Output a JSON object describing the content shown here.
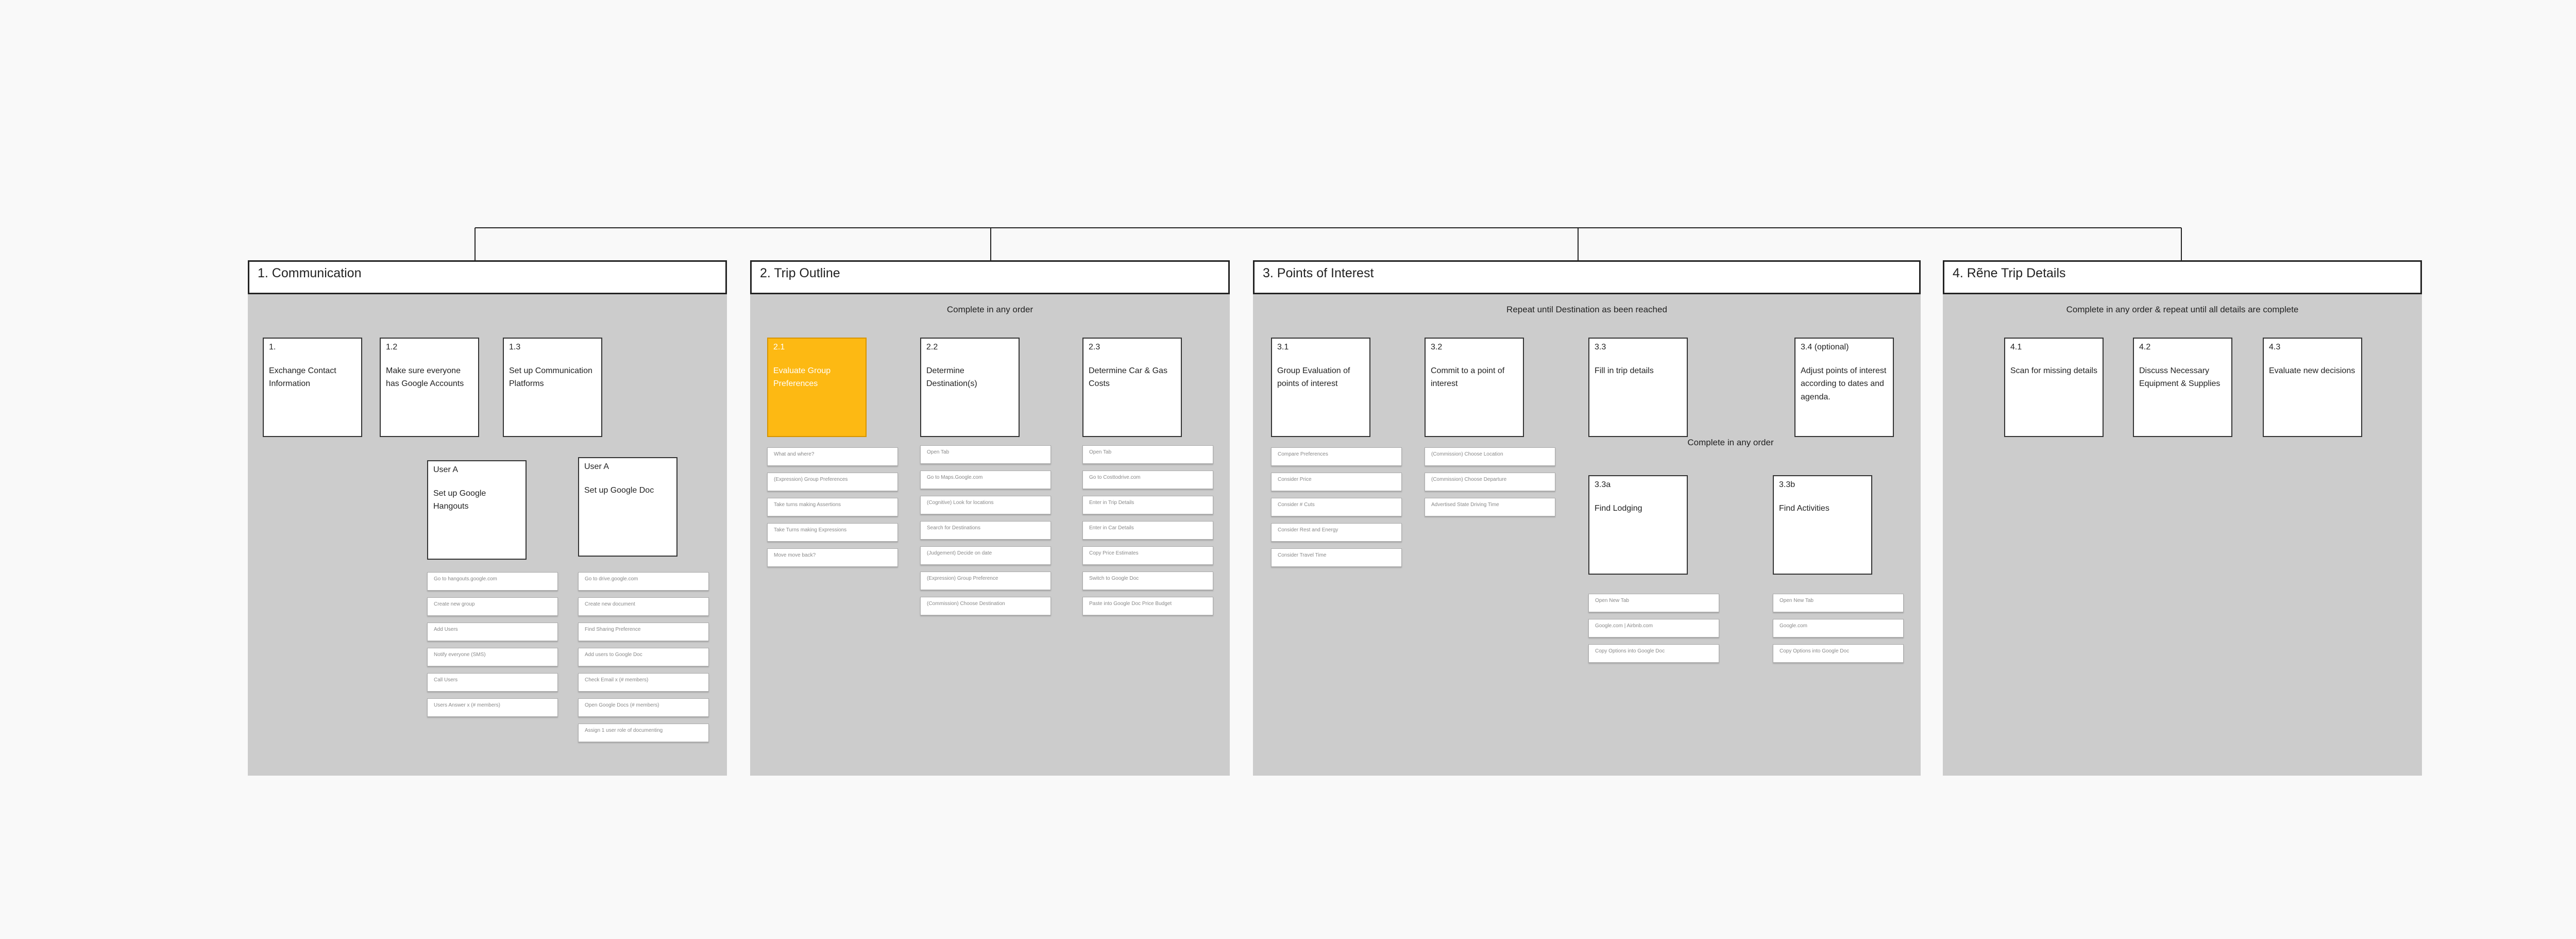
{
  "phases": [
    {
      "title": "1. Communication"
    },
    {
      "title": "2. Trip Outline",
      "note": "Complete in any order"
    },
    {
      "title": "3. Points of Interest",
      "note": "Repeat until Destination as been reached",
      "note2": "Complete in any order"
    },
    {
      "title": "4. Rẽne Trip Details",
      "note": "Complete in any order & repeat until all details are complete"
    }
  ],
  "cards": {
    "c11": {
      "num": "1.",
      "title": "Exchange Contact Information"
    },
    "c12": {
      "num": "1.2",
      "title": "Make sure everyone has Google Accounts"
    },
    "c13": {
      "num": "1.3",
      "title": "Set up Communication Platforms"
    },
    "c13a": {
      "num": "User A",
      "title": "Set up Google Hangouts"
    },
    "c13b": {
      "num": "User A",
      "title": "Set up Google Doc"
    },
    "c21": {
      "num": "2.1",
      "title": "Evaluate Group Preferences"
    },
    "c22": {
      "num": "2.2",
      "title": "Determine Destination(s)"
    },
    "c23": {
      "num": "2.3",
      "title": "Determine Car & Gas Costs"
    },
    "c31": {
      "num": "3.1",
      "title": "Group Evaluation of points of interest"
    },
    "c32": {
      "num": "3.2",
      "title": "Commit to a point of interest"
    },
    "c33": {
      "num": "3.3",
      "title": "Fill in trip details"
    },
    "c34": {
      "num": "3.4 (optional)",
      "title": "Adjust points of interest according to dates and agenda."
    },
    "c33a": {
      "num": "3.3a",
      "title": "Find Lodging"
    },
    "c33b": {
      "num": "3.3b",
      "title": "Find Activities"
    },
    "c41": {
      "num": "4.1",
      "title": "Scan for missing details"
    },
    "c42": {
      "num": "4.2",
      "title": "Discuss Necessary Equipment & Supplies"
    },
    "c43": {
      "num": "4.3",
      "title": "Evaluate new decisions"
    }
  },
  "steps": {
    "hangouts": [
      "Go to hangouts.google.com",
      "Create new group",
      "Add Users",
      "Notify everyone (SMS)",
      "Call Users",
      "Users Answer x (# members)"
    ],
    "doc": [
      "Go to drive.google.com",
      "Create new document",
      "Find Sharing Preference",
      "Add users to Google Doc",
      "Check Email x (# members)",
      "Open Google Docs (# members)",
      "Assign 1 user role of documenting"
    ],
    "s21": [
      "What and where?",
      "(Expression) Group Preferences",
      "Take turns making Assertions",
      "Take Turns making Expressions",
      "Move move back?"
    ],
    "s22": [
      "Open Tab",
      "Go to Maps.Google.com",
      "(Cognitive) Look for locations",
      "Search for Destinations",
      "(Judgement) Decide on date",
      "(Expression) Group Preference",
      "(Commission) Choose Destination"
    ],
    "s23": [
      "Open Tab",
      "Go to Costtodrive.com",
      "Enter in Trip Details",
      "Enter in Car Details",
      "Copy Price Estimates",
      "Switch to Google Doc",
      "Paste into Google Doc Price Budget"
    ],
    "s31": [
      "Compare Preferences",
      "Consider Price",
      "Consider # Cuts",
      "Consider Rest and Energy",
      "Consider Travel Time"
    ],
    "s32": [
      "(Commission) Choose Location",
      "(Commission) Choose Departure",
      "Advertised State Driving Time"
    ],
    "s33a": [
      "Open New Tab",
      "Google.com | Airbnb.com",
      "Copy Options into Google Doc"
    ],
    "s33b": [
      "Open New Tab",
      "Google.com",
      "Copy Options into Google Doc"
    ]
  }
}
